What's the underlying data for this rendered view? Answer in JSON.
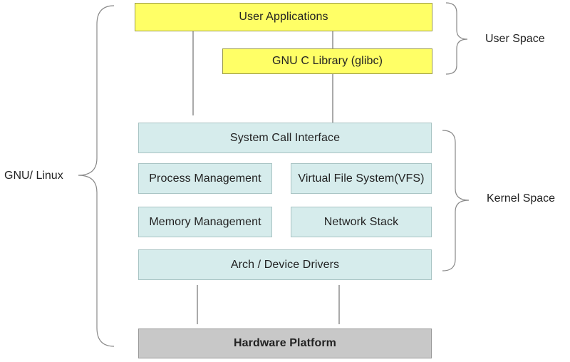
{
  "diagram": {
    "user_space": {
      "user_applications": "User Applications",
      "glibc": "GNU C Library (glibc)",
      "label": "User Space"
    },
    "kernel_space": {
      "system_call_interface": "System Call Interface",
      "process_management": "Process Management",
      "vfs": "Virtual File System(VFS)",
      "memory_management": "Memory Management",
      "network_stack": "Network Stack",
      "arch_device_drivers": "Arch / Device Drivers",
      "label": "Kernel Space"
    },
    "hardware_platform": "Hardware Platform",
    "gnu_linux_label": "GNU/ Linux"
  },
  "colors": {
    "user_box": "#ffff66",
    "kernel_box": "#d6ecec",
    "hardware_box": "#c8c8c8",
    "lines": "#555555"
  }
}
